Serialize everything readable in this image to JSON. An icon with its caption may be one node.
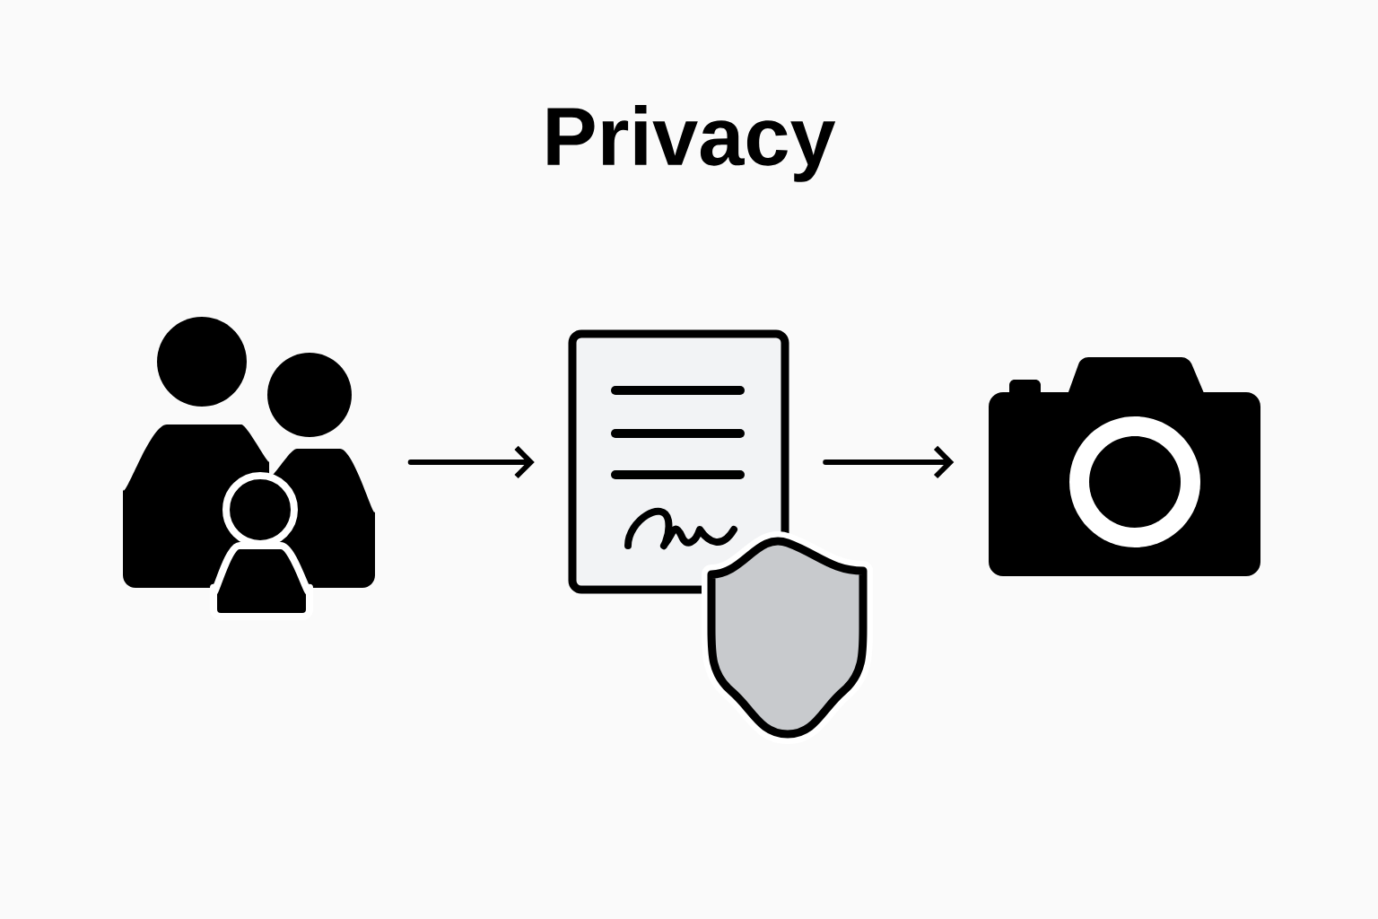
{
  "diagram": {
    "title": "Privacy",
    "nodes": [
      {
        "text": [],
        "shape": "person"
      },
      {
        "text": [],
        "shape": "document"
      },
      {
        "text": [],
        "shape": "camera"
      }
    ],
    "edges": [
      {
        "from": 0,
        "to": 1,
        "arrow": "to"
      },
      {
        "from": 1,
        "to": 2,
        "arrow": "to"
      }
    ]
  }
}
